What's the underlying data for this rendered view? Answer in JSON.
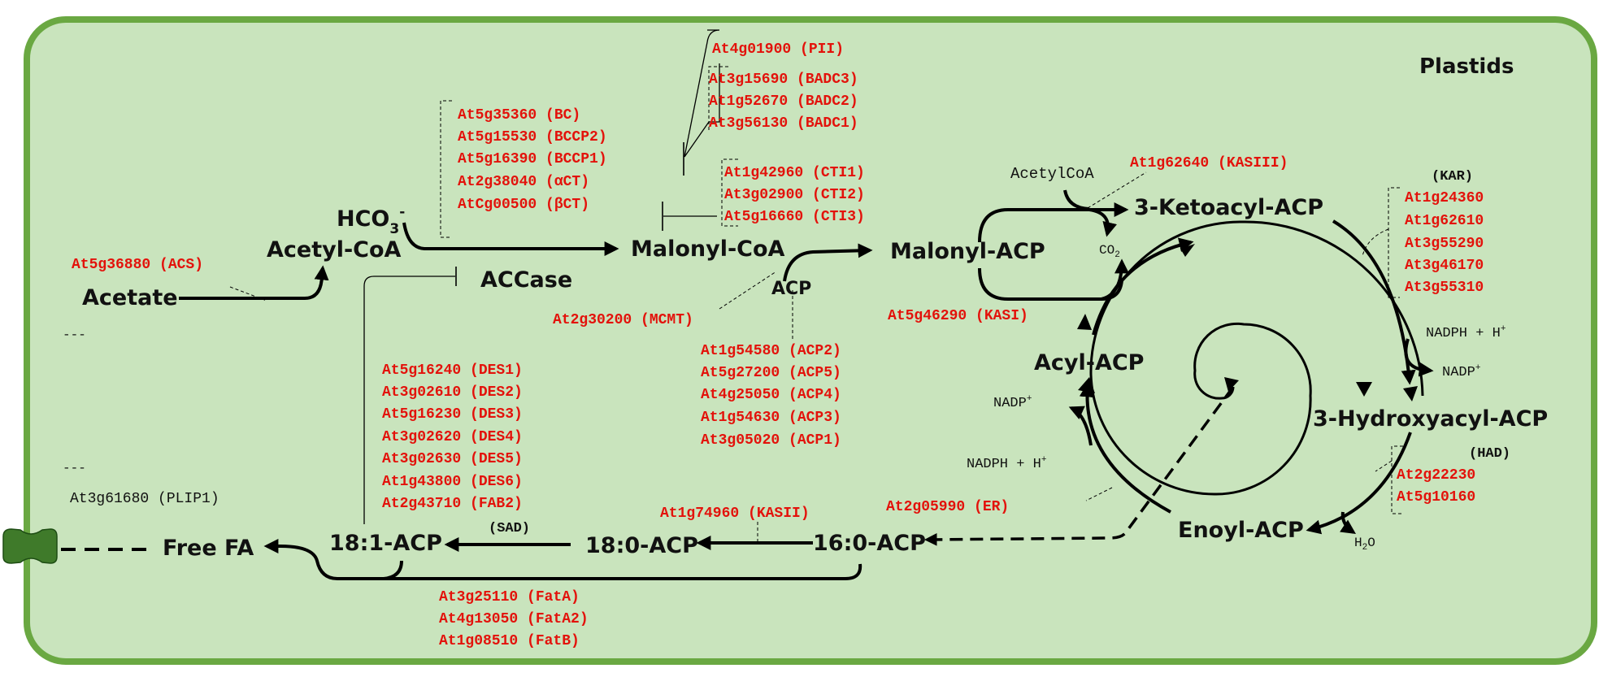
{
  "compartment": "Plastids",
  "colors": {
    "plastid_fill": "#c9e4bd",
    "plastid_border": "#6aa842",
    "gene": "#e3120b",
    "exporter": "#3f7a2a"
  },
  "metabolites": {
    "acetate": "Acetate",
    "acetyl_coa": "Acetyl-CoA",
    "hco3": "HCO",
    "hco3_sub": "3",
    "hco3_sup": "-",
    "accase": "ACCase",
    "malonyl_coa": "Malonyl-CoA",
    "acp": "ACP",
    "malonyl_acp": "Malonyl-ACP",
    "ketoacyl": "3-Ketoacyl-ACP",
    "hydroxyacyl": "3-Hydroxyacyl-ACP",
    "enoyl": "Enoyl-ACP",
    "acyl": "Acyl-ACP",
    "c16": "16:0-ACP",
    "c18_0": "18:0-ACP",
    "c18_1": "18:1-ACP",
    "free_fa": "Free FA"
  },
  "cofactors": {
    "acetylcoa": "AcetylCoA",
    "co2": "CO",
    "co2_sub": "2",
    "nadph_right": "NADPH + H",
    "nadph_right_sup": "+",
    "nadp_right": "NADP",
    "nadp_right_sup": "+",
    "nadp_left": "NADP",
    "nadp_left_sup": "+",
    "nadph_left": "NADPH + H",
    "nadph_left_sup": "+",
    "h2o": "H",
    "h2o_sub": "2",
    "h2o_o": "O"
  },
  "genes": {
    "acs": "At5g36880 (ACS)",
    "accase": [
      "At5g35360 (BC)",
      "At5g15530 (BCCP2)",
      "At5g16390 (BCCP1)",
      "At2g38040 (αCT)",
      "AtCg00500 (βCT)"
    ],
    "pii": "At4g01900 (PII)",
    "badc": [
      "At3g15690 (BADC3)",
      "At1g52670 (BADC2)",
      "At3g56130 (BADC1)"
    ],
    "cti": [
      "At1g42960  (CTI1)",
      "At3g02900  (CTI2)",
      "At5g16660  (CTI3)"
    ],
    "kasiii": "At1g62640 (KASIII)",
    "mcmt": "At2g30200 (MCMT)",
    "acp": [
      "At1g54580 (ACP2)",
      "At5g27200 (ACP5)",
      "At4g25050 (ACP4)",
      "At1g54630 (ACP3)",
      "At3g05020 (ACP1)"
    ],
    "kasi": "At5g46290 (KASI)",
    "kar_title": "(KAR)",
    "kar": [
      "At1g24360",
      "At1g62610",
      "At3g55290",
      "At3g46170",
      "At3g55310"
    ],
    "had_title": "(HAD)",
    "had": [
      "At2g22230",
      "At5g10160"
    ],
    "er": "At2g05990 (ER)",
    "kasii": "At1g74960 (KASII)",
    "des": [
      "At5g16240 (DES1)",
      "At3g02610 (DES2)",
      "At5g16230 (DES3)",
      "At3g02620 (DES4)",
      "At3g02630 (DES5)",
      "At1g43800 (DES6)",
      "At2g43710 (FAB2)"
    ],
    "sad": "(SAD)",
    "fat": [
      "At3g25110 (FatA)",
      "At4g13050 (FatA2)",
      "At1g08510 (FatB)"
    ],
    "plip1": "At3g61680  (PLIP1)"
  },
  "marks": {
    "dash1": "---",
    "dash2": "---"
  }
}
